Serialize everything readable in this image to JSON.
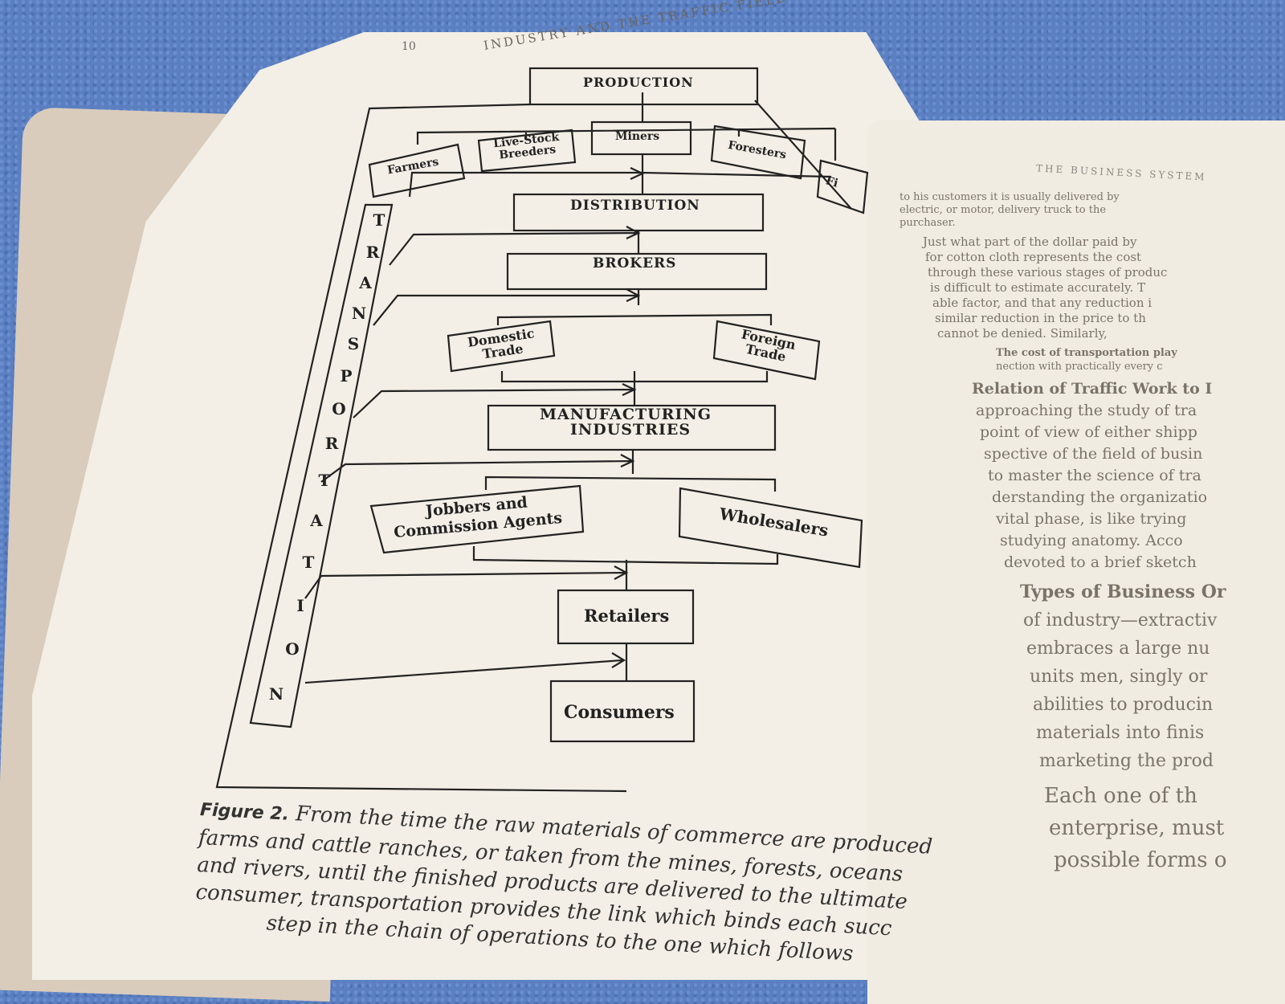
{
  "page": {
    "running_head": "INDUSTRY AND THE TRAFFIC FIELD",
    "page_number": "10",
    "right_running_head": "THE BUSINESS SYSTEM"
  },
  "diagram": {
    "production": "PRODUCTION",
    "producers": [
      "Farmers",
      "Live-Stock Breeders",
      "Miners",
      "Foresters",
      "Fi"
    ],
    "distribution": "DISTRIBUTION",
    "brokers": "BROKERS",
    "domestic_trade": "Domestic Trade",
    "foreign_trade": "Foreign Trade",
    "manufacturing_1": "MANUFACTURING",
    "manufacturing_2": "INDUSTRIES",
    "jobbers_1": "Jobbers and",
    "jobbers_2": "Commission Agents",
    "wholesalers": "Wholesalers",
    "retailers": "Retailers",
    "consumers": "Consumers",
    "transportation_letters": [
      "T",
      "R",
      "A",
      "N",
      "S",
      "P",
      "O",
      "R",
      "T",
      "A",
      "T",
      "I",
      "O",
      "N"
    ]
  },
  "caption": {
    "figure_label": "Figure 2.",
    "lines": [
      " From the time the raw materials of commerce are produced",
      "farms and cattle ranches, or taken from the mines, forests, oceans",
      "and rivers, until the finished products are delivered to the ultimate",
      "consumer, transportation provides the link which binds each succ",
      "step in the chain of operations to the one which follows"
    ]
  },
  "right_page": {
    "lines_small": [
      "to his customers it is usually delivered by",
      "electric, or motor, delivery truck to the",
      "purchaser.",
      "Just what part of the dollar paid by",
      "for cotton cloth represents the cost",
      "through these various stages of produc",
      "is difficult to estimate accurately. T",
      "able factor, and that any reduction i",
      "similar reduction in the price to th",
      "cannot be denied. Similarly,",
      "The cost of transportation play",
      "nection with practically every c",
      "Relation of Traffic Work to I",
      "approaching the study of tra",
      "point of view of either shipp",
      "spective of the field of busin",
      "to master the science of tra",
      "derstanding the organizatio",
      "vital phase, is like trying",
      "studying anatomy. Acco",
      "devoted to a brief sketch",
      "Types of Business Or",
      "of industry—extractiv",
      "embraces a large nu",
      "units men, singly or",
      "abilities to producin",
      "materials into finis",
      "marketing the prod",
      "Each one of th",
      "enterprise, must",
      "possible forms o"
    ]
  }
}
